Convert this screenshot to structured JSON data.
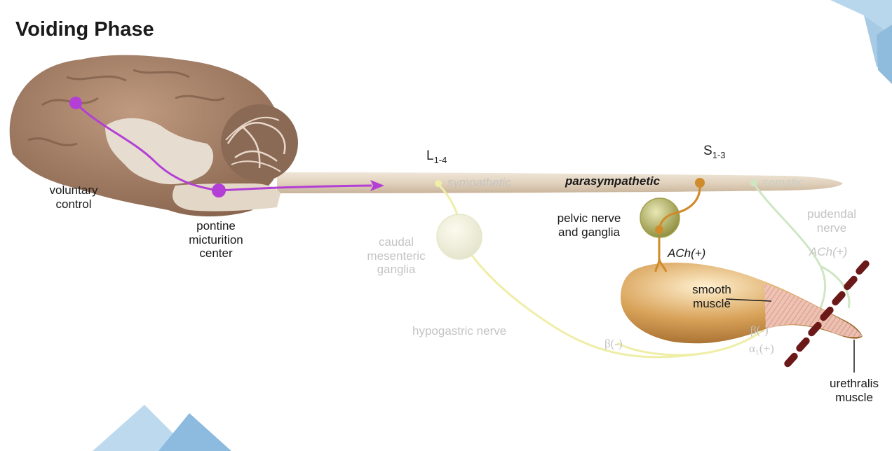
{
  "title": "Voiding Phase",
  "labels": {
    "voluntary_control": "voluntary\ncontrol",
    "pontine_center": "pontine\nmicturition\ncenter",
    "lumbar_segment": "L",
    "lumbar_sub": "1-4",
    "sacral_segment": "S",
    "sacral_sub": "1-3",
    "sympathetic": "sympathetic",
    "parasympathetic": "parasympathetic",
    "somatic": "somatic",
    "caudal_mesenteric": "caudal\nmesenteric\nganglia",
    "pelvic_nerve": "pelvic nerve\nand ganglia",
    "ach_pelvic": "ACh(+)",
    "pudendal_nerve": "pudendal\nnerve",
    "ach_pudendal": "ACh(+)",
    "smooth_muscle": "smooth\nmuscle",
    "hypogastric_nerve": "hypogastric nerve",
    "beta_left": "β(-)",
    "beta_right": "β(-)",
    "alpha_right": "α₁(+)",
    "urethralis_muscle": "urethralis\nmuscle"
  },
  "colors": {
    "active_pathway": "#b33fd6",
    "parasympathetic": "#d08b2a",
    "sympathetic_faint": "#efeea8",
    "somatic_faint": "#cfe6c4",
    "bladder": "#c98a3c",
    "urethralis": "#6b1818",
    "decor_blue": "#b9d7ec"
  }
}
